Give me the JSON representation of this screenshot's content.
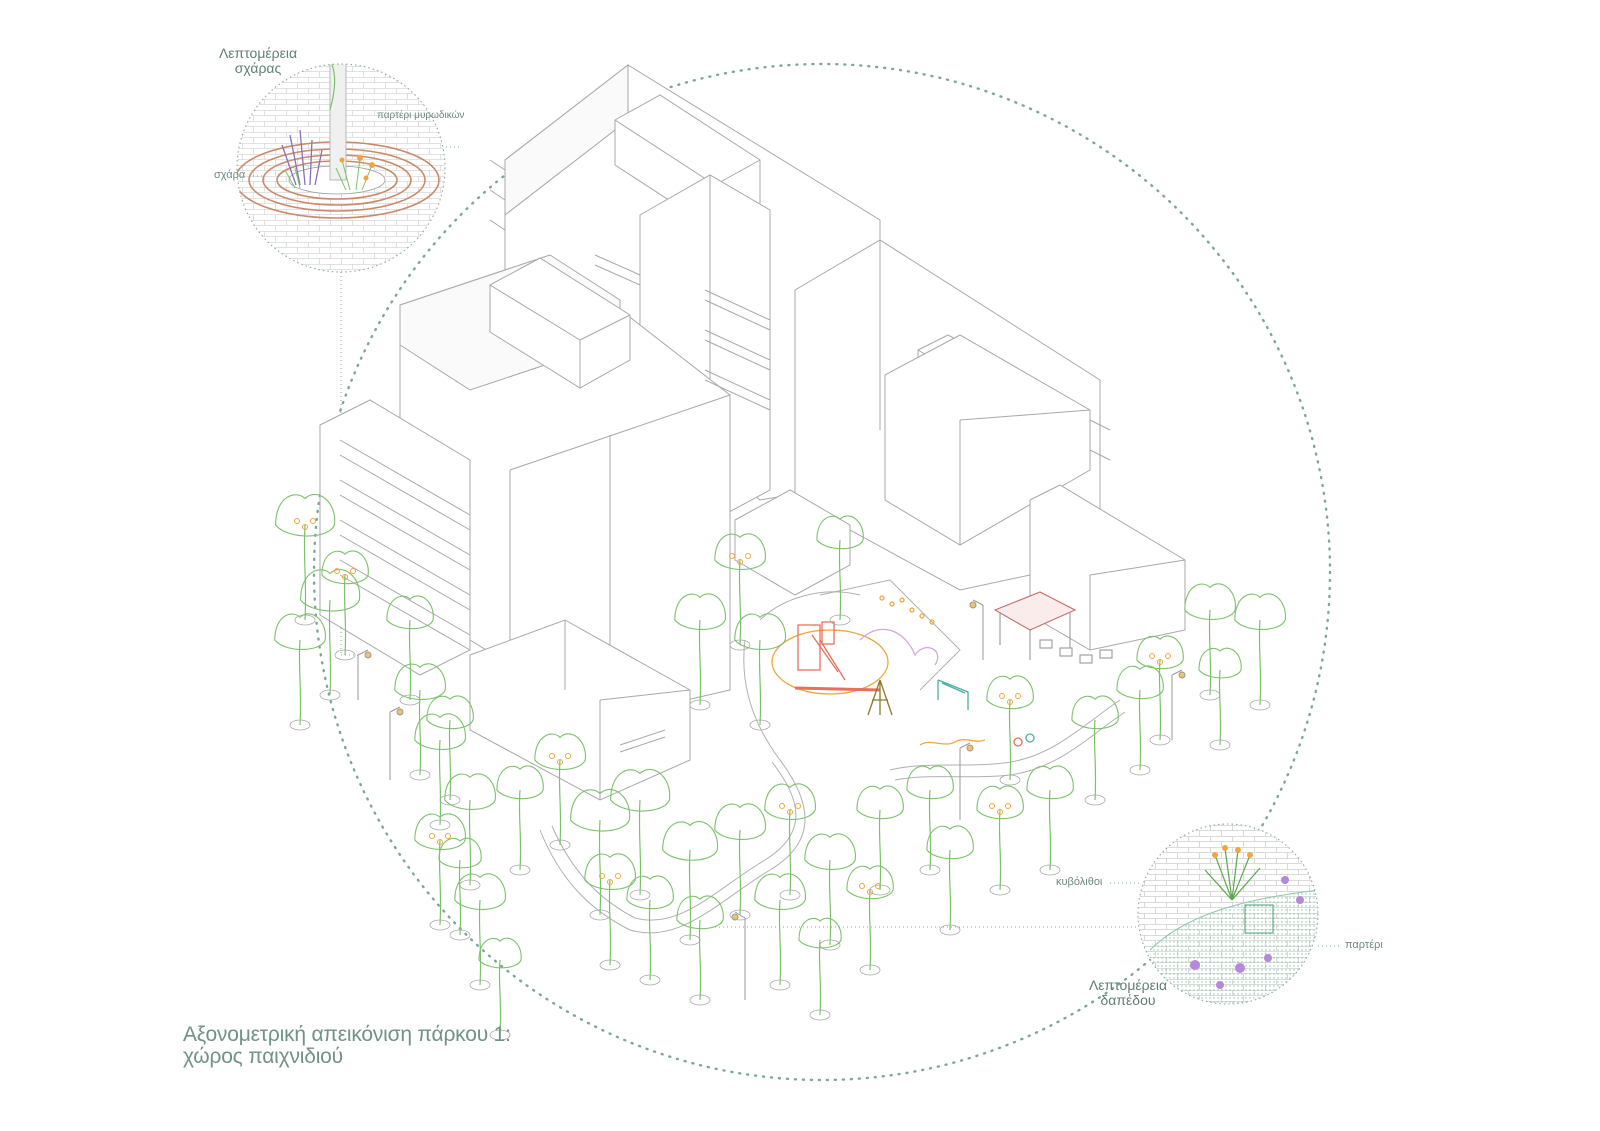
{
  "callouts": {
    "grate_detail": {
      "title_line1": "Λεπτομέρεια",
      "title_line2": "σχάρας",
      "label_grate": "σχάρα",
      "label_aromatic_bed": "παρτέρι μυρωδικών"
    },
    "ground_detail": {
      "title_line1": "Λεπτομέρεια",
      "title_line2": "δαπέδου",
      "label_paving": "κυβόλιθοι",
      "label_bed": "παρτέρι"
    }
  },
  "caption": {
    "line1": "Αξονομετρική απεικόνιση πάρκου 1:",
    "line2": "χώρος παιχνιδιού"
  },
  "colors": {
    "dotted_circle": "#7aa896",
    "building_line": "#9a9a9a",
    "tree_green": "#7cc26a",
    "play_red": "#e8705a",
    "play_orange": "#f0a640",
    "play_pink": "#d8a6d8",
    "grate_brown": "#c98a6a",
    "lavender": "#8a70b8"
  }
}
